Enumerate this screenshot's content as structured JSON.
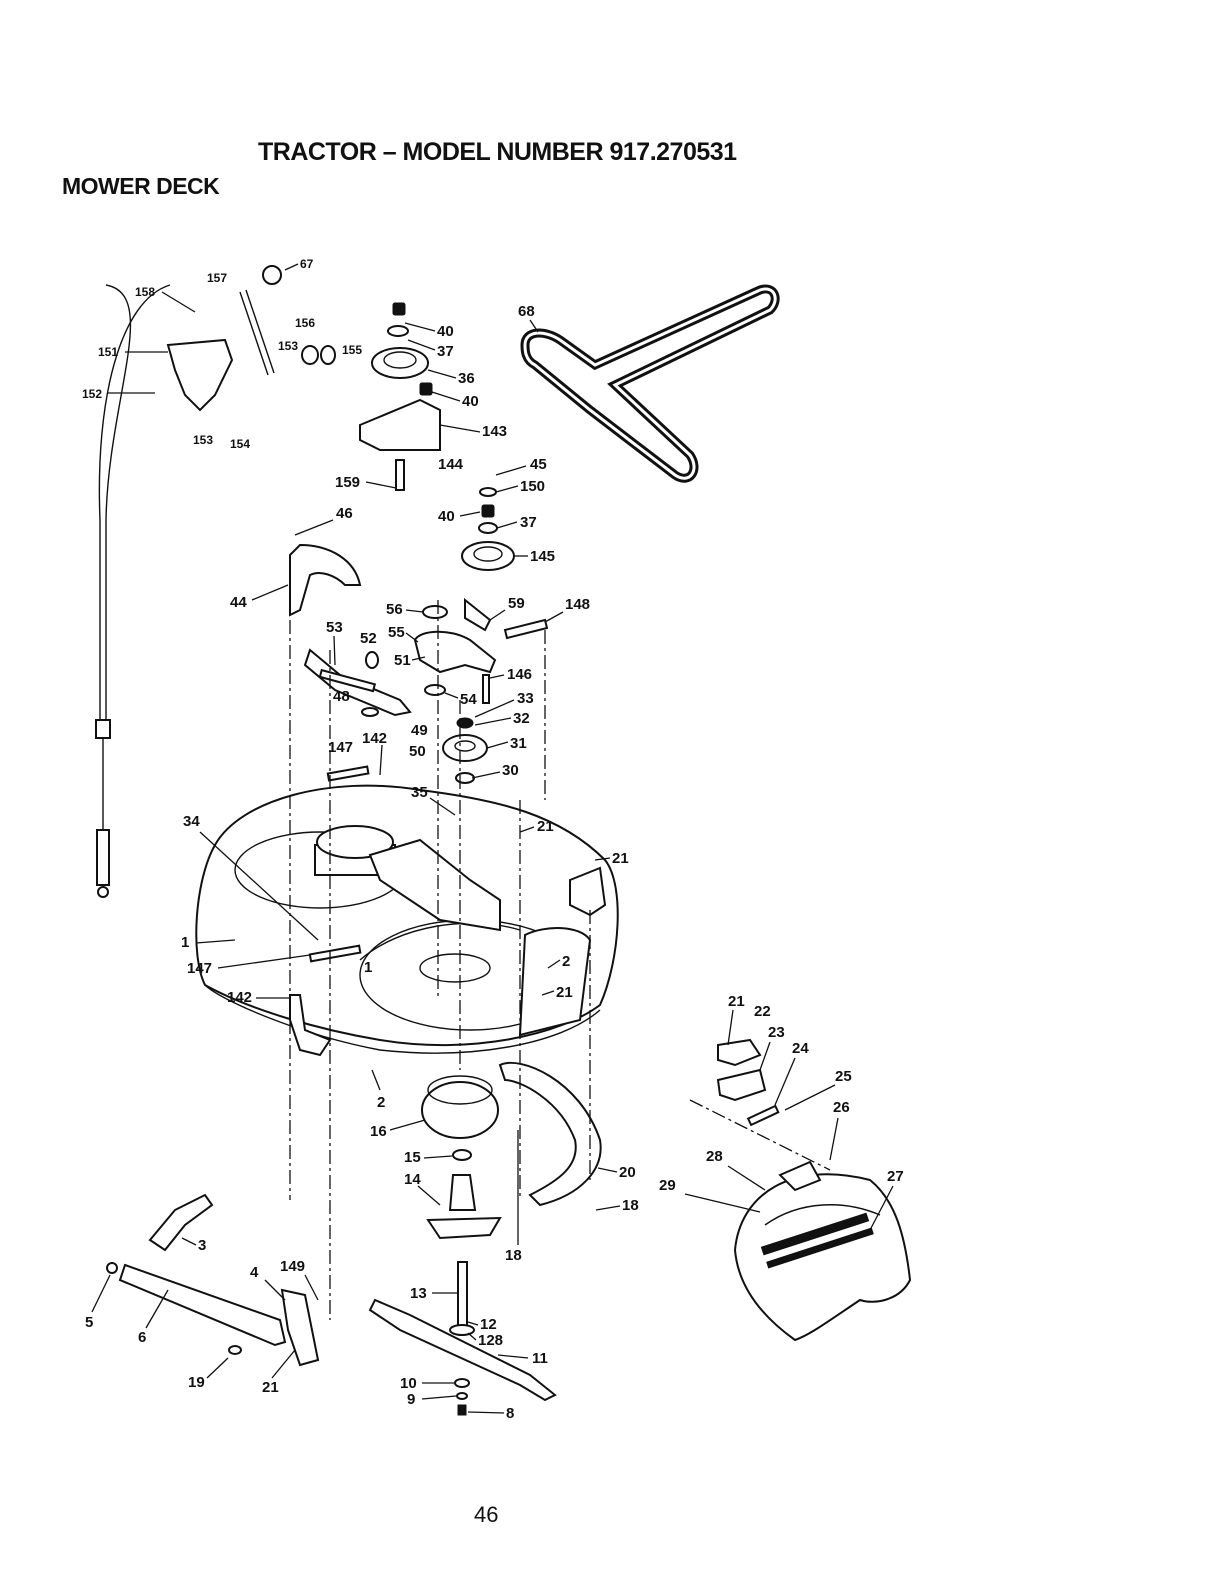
{
  "header": {
    "title": "TRACTOR – MODEL NUMBER 917.270531",
    "subtitle": "MOWER DECK"
  },
  "footer": {
    "page_number": "46"
  },
  "deck_mark": "1",
  "part_callouts": [
    "158",
    "157",
    "67",
    "151",
    "156",
    "153",
    "155",
    "152",
    "153",
    "154",
    "40",
    "37",
    "36",
    "40",
    "143",
    "144",
    "159",
    "68",
    "45",
    "150",
    "40",
    "37",
    "145",
    "46",
    "44",
    "56",
    "59",
    "148",
    "53",
    "52",
    "55",
    "51",
    "146",
    "48",
    "54",
    "33",
    "49",
    "32",
    "50",
    "147",
    "142",
    "31",
    "30",
    "35",
    "21",
    "34",
    "21",
    "1",
    "147",
    "2",
    "21",
    "142",
    "2",
    "16",
    "15",
    "14",
    "20",
    "18",
    "18",
    "21",
    "22",
    "23",
    "24",
    "25",
    "26",
    "28",
    "29",
    "27",
    "3",
    "5",
    "6",
    "4",
    "149",
    "13",
    "12",
    "128",
    "11",
    "19",
    "21",
    "10",
    "9",
    "8"
  ]
}
